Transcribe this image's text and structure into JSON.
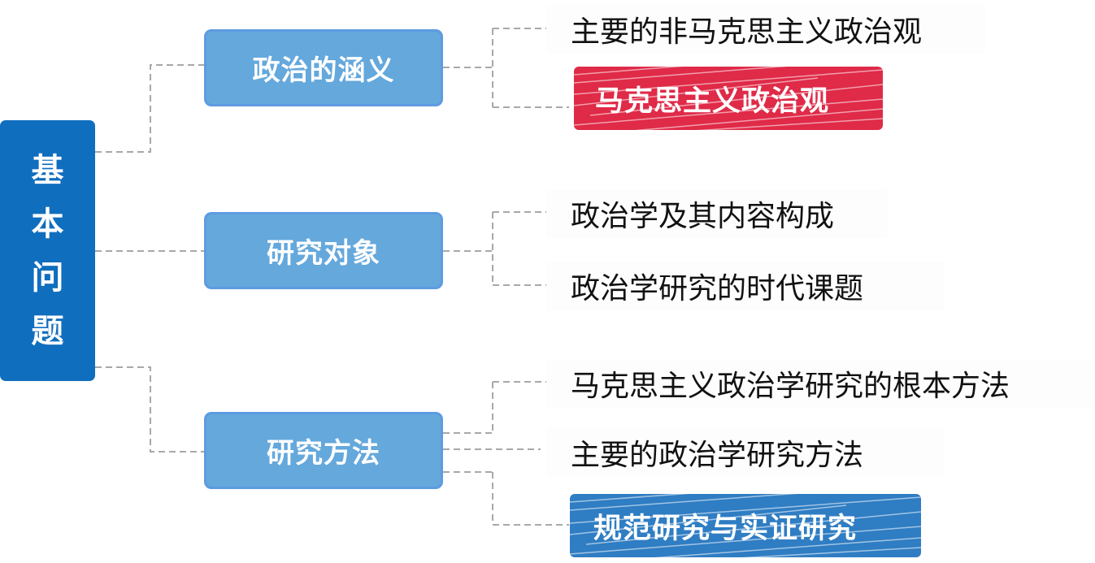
{
  "root": {
    "label": "基本问题",
    "chars": [
      "基",
      "本",
      "问",
      "题"
    ]
  },
  "branches": [
    {
      "label": "政治的涵义",
      "children": [
        {
          "label": "主要的非马克思主义政治观",
          "highlight": false
        },
        {
          "label": "马克思主义政治观",
          "highlight": true,
          "highlight_color": "#df2a48"
        }
      ]
    },
    {
      "label": "研究对象",
      "children": [
        {
          "label": "政治学及其内容构成",
          "highlight": false
        },
        {
          "label": "政治学研究的时代课题",
          "highlight": false
        }
      ]
    },
    {
      "label": "研究方法",
      "children": [
        {
          "label": "马克思主义政治学研究的根本方法",
          "highlight": false
        },
        {
          "label": "主要的政治学研究方法",
          "highlight": false
        },
        {
          "label": "规范研究与实证研究",
          "highlight": true,
          "highlight_color": "#2f7dc3"
        }
      ]
    }
  ],
  "colors": {
    "root": "#106ebe",
    "branch": "#64a8dc",
    "connector": "#a8a8a8"
  }
}
